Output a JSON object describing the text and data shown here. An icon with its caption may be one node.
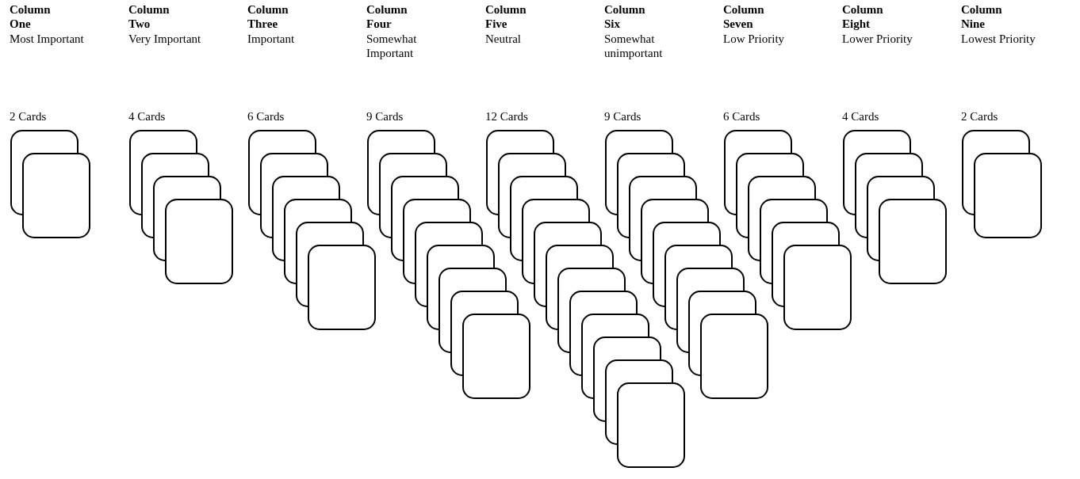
{
  "diagram": {
    "labels": [
      "Column One",
      "Most Important",
      "2 Cards",
      "Column Two",
      "Very Important",
      "4 Cards",
      "Column Three",
      "Important",
      "6 Cards",
      "Column Four",
      "Somewhat Important",
      "9 Cards",
      "Column Five",
      "Neutral",
      "12 Cards",
      "Column Six",
      "Somewhat unimportant",
      "9 Cards",
      "Column Seven",
      "Low Priority",
      "6 Cards",
      "Column Eight",
      "Lower Priority",
      "4 Cards",
      "Column Nine",
      "Lowest Priority",
      "2 Cards"
    ]
  }
}
